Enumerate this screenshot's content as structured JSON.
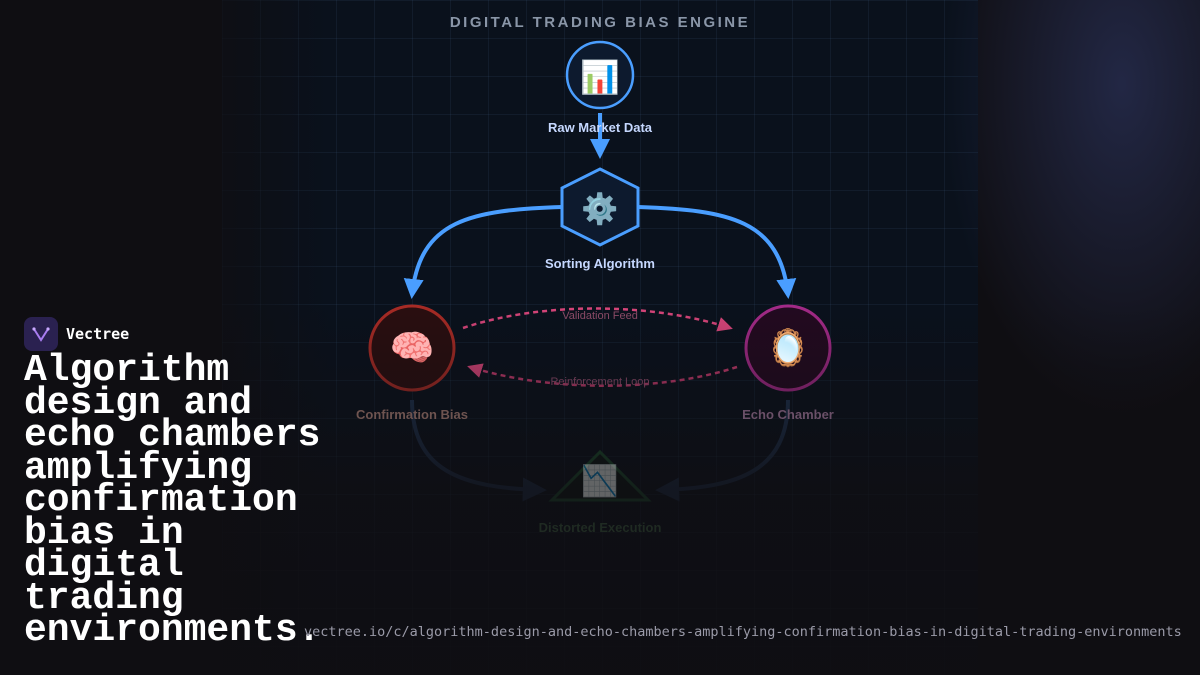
{
  "diagram": {
    "title": "DIGITAL TRADING BIAS ENGINE",
    "nodes": {
      "raw_market_data": {
        "label": "Raw Market Data",
        "icon": "bar-chart-icon",
        "color": "#4a9eff"
      },
      "sorting_algorithm": {
        "label": "Sorting Algorithm",
        "icon": "gear-icon",
        "color": "#4a9eff"
      },
      "confirmation_bias": {
        "label": "Confirmation Bias",
        "icon": "brain-icon",
        "color": "#c0352b"
      },
      "echo_chamber": {
        "label": "Echo Chamber",
        "icon": "mirror-icon",
        "color": "#b02a8e"
      },
      "distorted_execution": {
        "label": "Distorted Execution",
        "icon": "chart-down-icon",
        "color": "#2d8a4a"
      }
    },
    "edges": {
      "validation_feed": "Validation Feed",
      "reinforcement_loop": "Reinforcement Loop"
    },
    "icons": {
      "raw_market_data": "📊",
      "sorting_algorithm": "⚙️",
      "confirmation_bias": "🧠",
      "echo_chamber": "🪞",
      "distorted_execution": "📉"
    }
  },
  "brand": {
    "name": "Vectree",
    "logo": "vectree-logo-icon",
    "color": "#2a2150"
  },
  "headline": "Algorithm design and echo chambers amplifying confirmation bias in digital trading environments.",
  "url": "vectree.io/c/algorithm-design-and-echo-chambers-amplifying-confirmation-bias-in-digital-trading-environments"
}
